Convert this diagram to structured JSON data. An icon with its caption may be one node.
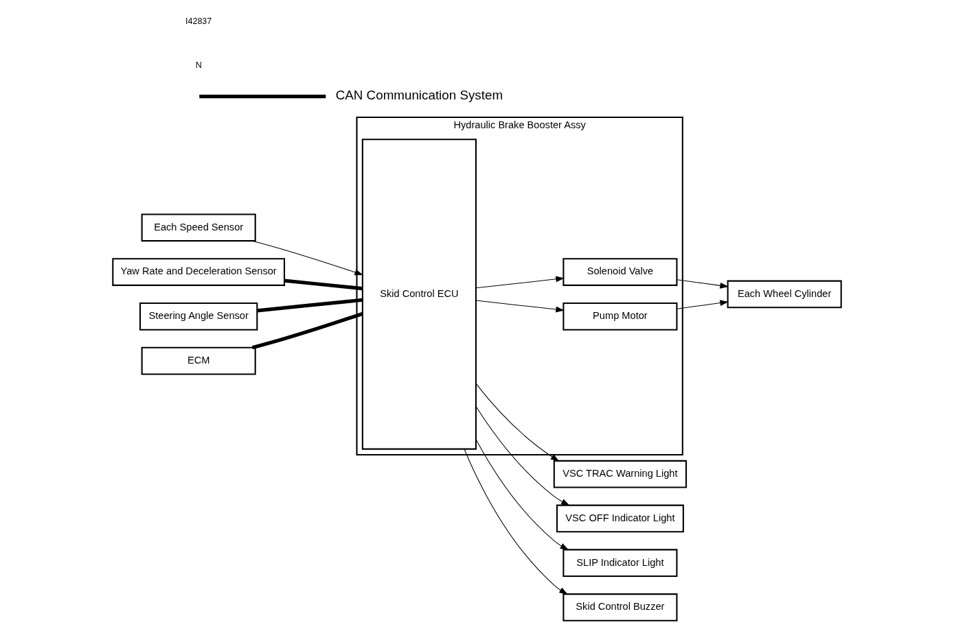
{
  "diagram": {
    "nodes": [
      {
        "text": [
          "Hydraulic Brake Booster Assy"
        ]
      },
      {
        "text": [
          "Skid Control ECU"
        ],
        "in": 0
      },
      {
        "text": [
          "Pump Motor"
        ],
        "in": 0
      },
      {
        "text": [
          "Solenoid Valve"
        ],
        "in": 0
      },
      {
        "text": [
          "Each Speed Sensor"
        ]
      },
      {
        "text": [
          "Yaw Rate and Deceleration Sensor"
        ]
      },
      {
        "text": [
          "Steering Angle Sensor"
        ]
      },
      {
        "text": [
          "ECM"
        ]
      },
      {
        "text": [
          "Each Wheel Cylinder"
        ]
      },
      {
        "text": [
          "VSC TRAC Warning Light"
        ]
      },
      {
        "text": [
          "VSC OFF Indicator Light"
        ]
      },
      {
        "text": [
          "SLIP Indicator Light"
        ]
      },
      {
        "text": [
          "Skid Control Buzzer"
        ]
      }
    ],
    "edges": [
      {
        "from": 4,
        "to": 1,
        "arrow": "to"
      },
      {
        "from": 5,
        "to": 1,
        "arrow": "none",
        "style": "thick"
      },
      {
        "from": 6,
        "to": 1,
        "arrow": "none",
        "style": "thick"
      },
      {
        "from": 7,
        "to": 1,
        "arrow": "none",
        "style": "thick"
      },
      {
        "from": 1,
        "to": 2,
        "arrow": "to"
      },
      {
        "from": 1,
        "to": 3,
        "arrow": "to"
      },
      {
        "from": 2,
        "to": 8,
        "arrow": "to"
      },
      {
        "from": 3,
        "to": 8,
        "arrow": "to"
      },
      {
        "from": 1,
        "to": 9,
        "arrow": "to"
      },
      {
        "from": 1,
        "to": 10,
        "arrow": "to"
      },
      {
        "from": 1,
        "to": 11,
        "arrow": "to"
      },
      {
        "from": 1,
        "to": 12,
        "arrow": "to"
      }
    ],
    "labels": [
      "N",
      "I42837"
    ],
    "legend": [
      {
        "text": "CAN Communication System"
      }
    ]
  }
}
